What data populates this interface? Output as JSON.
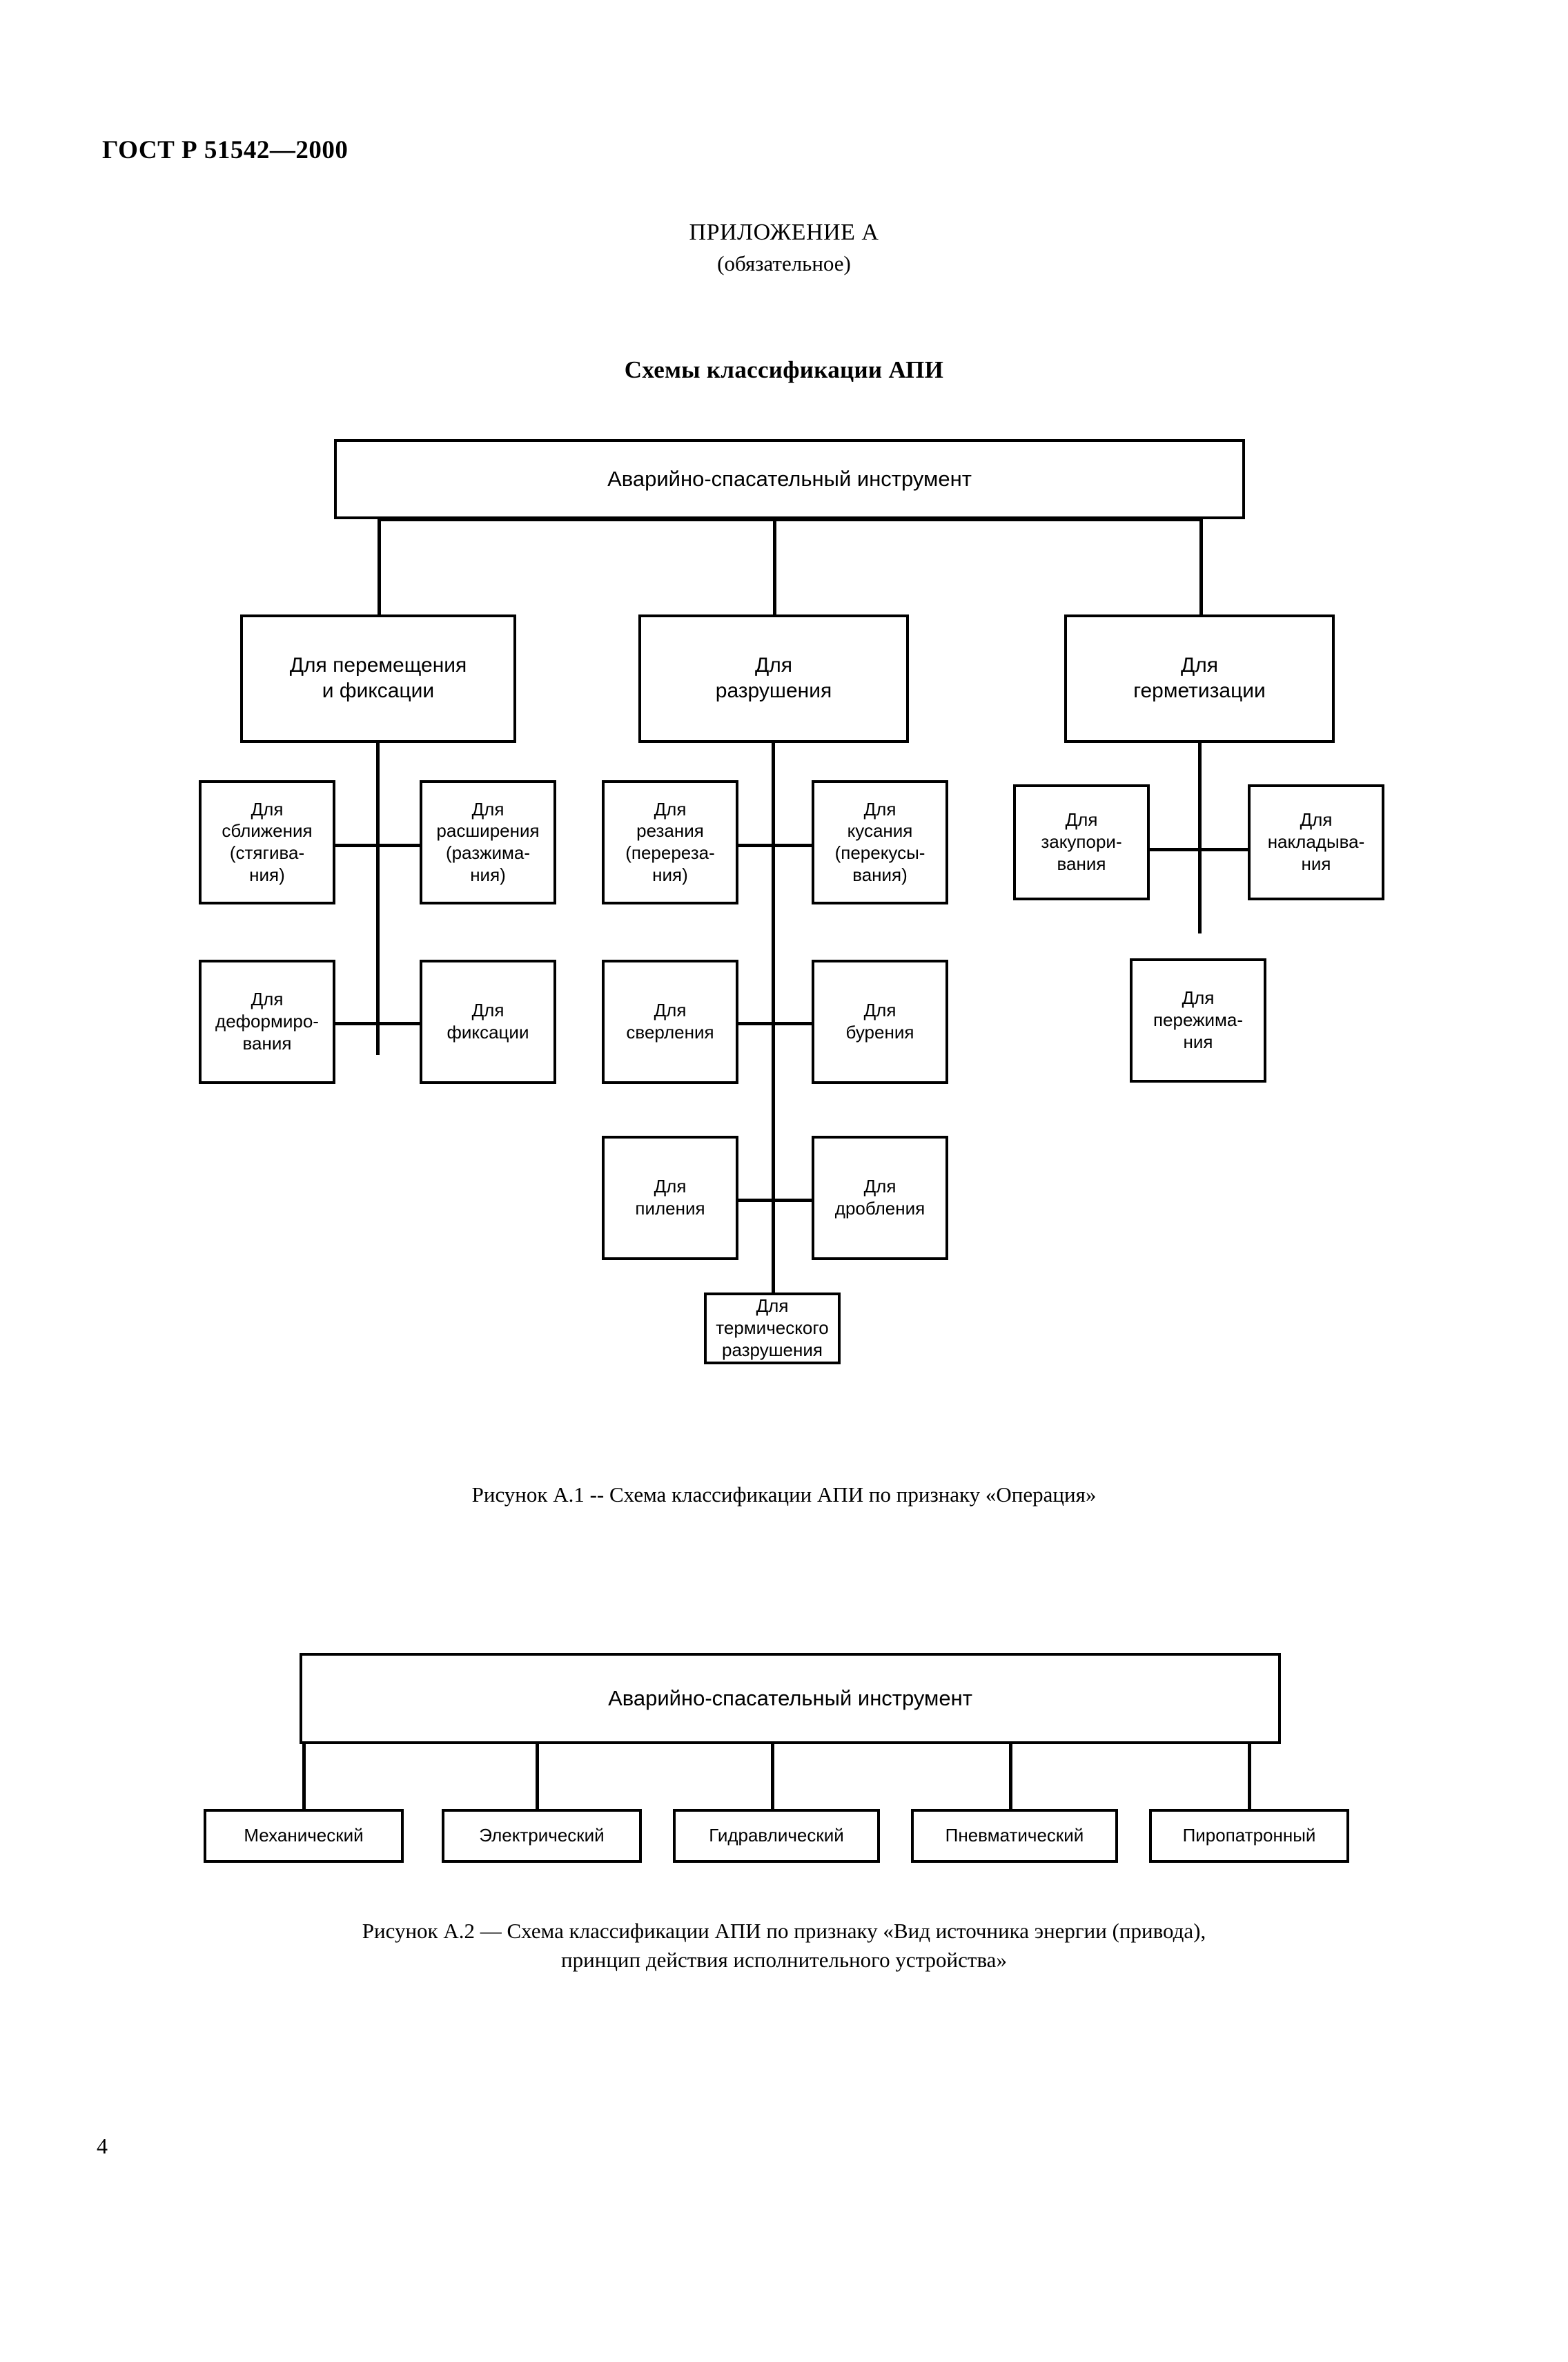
{
  "document": {
    "header": "ГОСТ Р 51542—2000",
    "page_number": "4",
    "appendix_title": "ПРИЛОЖЕНИЕ А",
    "appendix_subtitle": "(обязательное)",
    "section_title": "Схемы классификации АПИ"
  },
  "figure1": {
    "caption": "Рисунок А.1 -- Схема классификации АПИ по признаку «Операция»",
    "root": "Аварийно-спасательный инструмент",
    "branches": [
      {
        "title": "Для перемещения\nи фиксации",
        "rows": [
          {
            "left": "Для\nсближения\n(стягива-\nния)",
            "right": "Для\nрасширения\n(разжима-\nния)"
          },
          {
            "left": "Для\nдеформиро-\nвания",
            "right": "Для\nфиксации"
          }
        ]
      },
      {
        "title": "Для\nразрушения",
        "rows": [
          {
            "left": "Для\nрезания\n(перереза-\nния)",
            "right": "Для\nкусания\n(перекусы-\nвания)"
          },
          {
            "left": "Для\nсверления",
            "right": "Для\nбурения"
          },
          {
            "left": "Для\nпиления",
            "right": "Для\nдробления"
          }
        ],
        "terminal": "Для\nтермического\nразрушения"
      },
      {
        "title": "Для\nгерметизации",
        "rows": [
          {
            "left": "Для\nзакупори-\nвания",
            "right": "Для\nнакладыва-\nния"
          }
        ],
        "terminal": "Для\nпережима-\nния"
      }
    ]
  },
  "figure2": {
    "caption": "Рисунок А.2 — Схема классификации АПИ по признаку «Вид источника энергии (привода),\nпринцип действия исполнительного устройства»",
    "root": "Аварийно-спасательный инструмент",
    "items": [
      "Механический",
      "Электрический",
      "Гидравлический",
      "Пневматический",
      "Пиропатронный"
    ]
  }
}
